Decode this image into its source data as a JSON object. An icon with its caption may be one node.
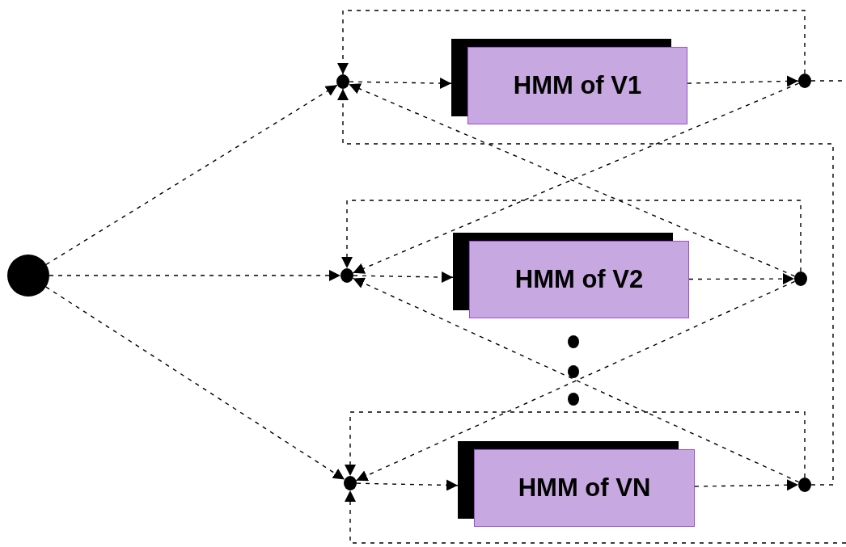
{
  "diagram": {
    "nodes": [
      {
        "text": [],
        "shape": "circle"
      },
      {
        "text": [],
        "shape": "circle"
      },
      {
        "text": [
          "HMM of V1"
        ]
      },
      {
        "text": [],
        "shape": "circle"
      },
      {
        "text": [],
        "shape": "circle"
      },
      {
        "text": [
          "HMM of V2"
        ]
      },
      {
        "text": [],
        "shape": "circle"
      },
      {
        "text": [],
        "shape": "circle"
      },
      {
        "text": [
          "HMM of VN"
        ]
      },
      {
        "text": [],
        "shape": "circle"
      }
    ],
    "edges": [
      {
        "from": 0,
        "to": 1,
        "arrow": "to",
        "style": "dashed"
      },
      {
        "from": 0,
        "to": 4,
        "arrow": "to",
        "style": "dashed"
      },
      {
        "from": 0,
        "to": 7,
        "arrow": "to",
        "style": "dashed"
      },
      {
        "from": 1,
        "to": 2,
        "arrow": "to",
        "style": "dashed"
      },
      {
        "from": 2,
        "to": 3,
        "arrow": "to",
        "style": "dashed"
      },
      {
        "from": 4,
        "to": 5,
        "arrow": "to",
        "style": "dashed"
      },
      {
        "from": 5,
        "to": 6,
        "arrow": "to",
        "style": "dashed"
      },
      {
        "from": 7,
        "to": 8,
        "arrow": "to",
        "style": "dashed"
      },
      {
        "from": 8,
        "to": 9,
        "arrow": "to",
        "style": "dashed"
      },
      {
        "from": 3,
        "to": null,
        "arrow": "none",
        "style": "dashed"
      },
      {
        "from": 3,
        "to": 1,
        "arrow": "to",
        "style": "dashed"
      },
      {
        "from": 6,
        "to": 4,
        "arrow": "to",
        "style": "dashed"
      },
      {
        "from": 9,
        "to": 7,
        "arrow": "to",
        "style": "dashed"
      },
      {
        "from": 3,
        "to": 4,
        "arrow": "to",
        "style": "dashed"
      },
      {
        "from": 6,
        "to": 1,
        "arrow": "to",
        "style": "dashed"
      },
      {
        "from": 6,
        "to": 7,
        "arrow": "to",
        "style": "dashed"
      },
      {
        "from": 9,
        "to": 4,
        "arrow": "to",
        "style": "dashed"
      },
      {
        "from": 9,
        "to": 1,
        "arrow": "to",
        "style": "dashed"
      },
      {
        "from": null,
        "to": 7,
        "arrow": "to",
        "style": "dashed"
      }
    ]
  }
}
